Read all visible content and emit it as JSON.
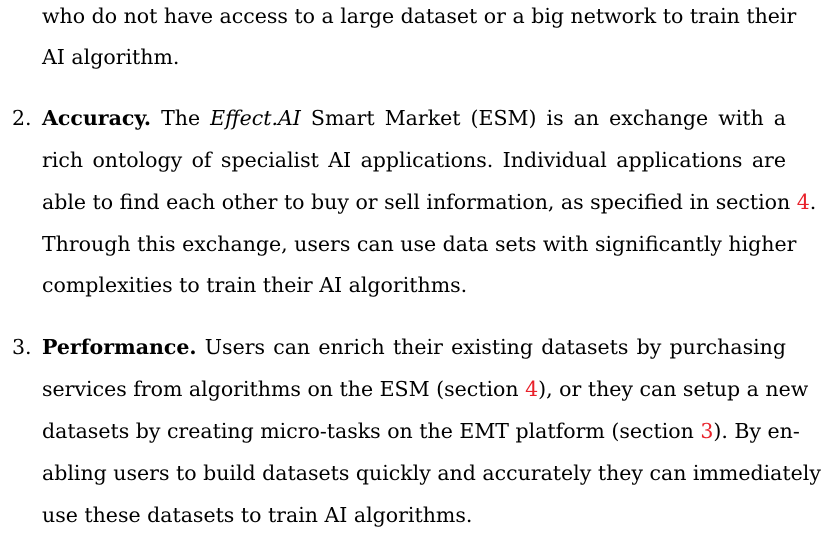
{
  "intro": {
    "lines": [
      "who do not have access to a large dataset or a big network to train their",
      "AI algorithm."
    ]
  },
  "items": [
    {
      "number": "2.",
      "title": "Accuracy.",
      "lines": [
        "The Effect.AI Smart Market (ESM) is an exchange with a",
        "rich ontology of specialist AI applications. Individual applications are",
        "able to find each other to buy or sell information, as specified in section 4.",
        "Through this exchange, users can use data sets with significantly higher",
        "complexities to train their AI algorithms."
      ]
    },
    {
      "number": "3.",
      "title": "Performance.",
      "lines": [
        "Users can enrich their existing datasets by purchasing",
        "services from algorithms on the ESM (section 4), or they can setup a new",
        "datasets by creating micro-tasks on the EMT platform (section 3). By en-",
        "abling users to build datasets quickly and accurately they can immediately",
        "use these datasets to train AI algorithms."
      ]
    }
  ]
}
